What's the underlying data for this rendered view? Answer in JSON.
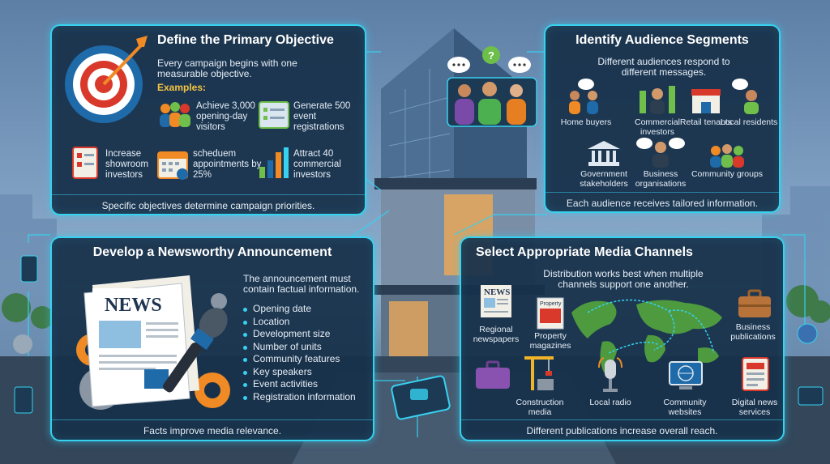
{
  "objective": {
    "title": "Define the Primary Objective",
    "intro": "Every campaign begins with one measurable objective.",
    "examples_label": "Examples:",
    "examples": [
      {
        "text": "Achieve 3,000 opening-day visitors",
        "icon": "visitors-icon"
      },
      {
        "text": "Generate 500 event registrations",
        "icon": "registration-form-icon"
      },
      {
        "text": "Increase showroom investors",
        "icon": "document-list-icon"
      },
      {
        "text": "scheduem appointments by 25%",
        "icon": "calendar-icon"
      },
      {
        "text": "Attract 40 commercial investors",
        "icon": "bar-chart-icon"
      }
    ],
    "footer": "Specific objectives determine campaign priorities."
  },
  "audience": {
    "title": "Identify Audience Segments",
    "intro": "Different audiences respond to different messages.",
    "segments": [
      {
        "label": "Home buyers",
        "icon": "home-buyers-icon"
      },
      {
        "label": "Commercial investors",
        "icon": "investor-icon"
      },
      {
        "label": "Retail tenants",
        "icon": "storefront-icon"
      },
      {
        "label": "Local residents",
        "icon": "resident-icon"
      },
      {
        "label": "Government stakeholders",
        "icon": "government-building-icon"
      },
      {
        "label": "Business organisations",
        "icon": "business-person-icon"
      },
      {
        "label": "Community groups",
        "icon": "community-group-icon"
      }
    ],
    "footer": "Each audience receives tailored information."
  },
  "announcement": {
    "title": "Develop a Newsworthy Announcement",
    "intro": "The announcement must contain factual information.",
    "newspaper_headline": "NEWS",
    "items": [
      "Opening date",
      "Location",
      "Development size",
      "Number of units",
      "Community features",
      "Key speakers",
      "Event activities",
      "Registration information"
    ],
    "footer": "Facts improve media relevance."
  },
  "media": {
    "title": "Select Appropriate Media Channels",
    "intro": "Distribution works best when multiple channels support one another.",
    "newspaper_headline": "NEWS",
    "magazine_masthead": "Property",
    "channels": [
      {
        "label": "Regional newspapers",
        "icon": "newspaper-icon"
      },
      {
        "label": "Property magazines",
        "icon": "magazine-icon"
      },
      {
        "label": "Business publications",
        "icon": "briefcase-icon"
      },
      {
        "label": "Construction media",
        "icon": "crane-icon"
      },
      {
        "label": "Local radio",
        "icon": "microphone-icon"
      },
      {
        "label": "Community websites",
        "icon": "website-icon"
      },
      {
        "label": "Digital news services",
        "icon": "digital-news-icon"
      }
    ],
    "footer": "Different publications increase overall reach."
  },
  "colors": {
    "accent": "#36d2f0",
    "panel": "#17314a",
    "orange": "#f08a24",
    "red": "#d8392b",
    "green": "#6fbf4a"
  }
}
